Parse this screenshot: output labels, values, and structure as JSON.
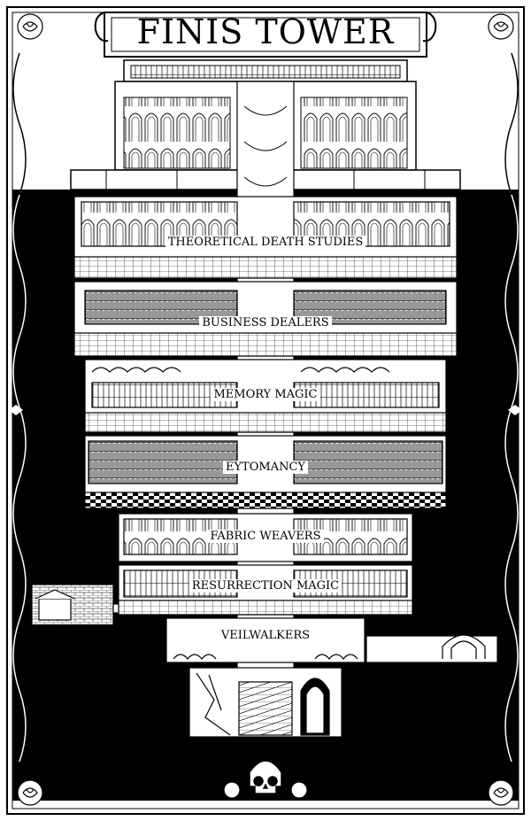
{
  "title": "FINIS TOWER",
  "floors": [
    {
      "id": "theoretical-death-studies",
      "label": "THEORETICAL DEATH STUDIES"
    },
    {
      "id": "business-dealers",
      "label": "BUSINESS DEALERS"
    },
    {
      "id": "memory-magic",
      "label": "MEMORY MAGIC"
    },
    {
      "id": "eytomancy",
      "label": "EYTOMANCY"
    },
    {
      "id": "fabric-weavers",
      "label": "FABRIC WEAVERS"
    },
    {
      "id": "resurrection-magic",
      "label": "RESURRECTION MAGIC"
    },
    {
      "id": "veilwalkers",
      "label": "VEILWALKERS"
    }
  ],
  "colors": {
    "ink": "#000000",
    "paper": "#ffffff"
  },
  "icons": [
    "skull-icon",
    "rose-icon",
    "spiral-staircase-icon",
    "scroll-banner-icon"
  ]
}
